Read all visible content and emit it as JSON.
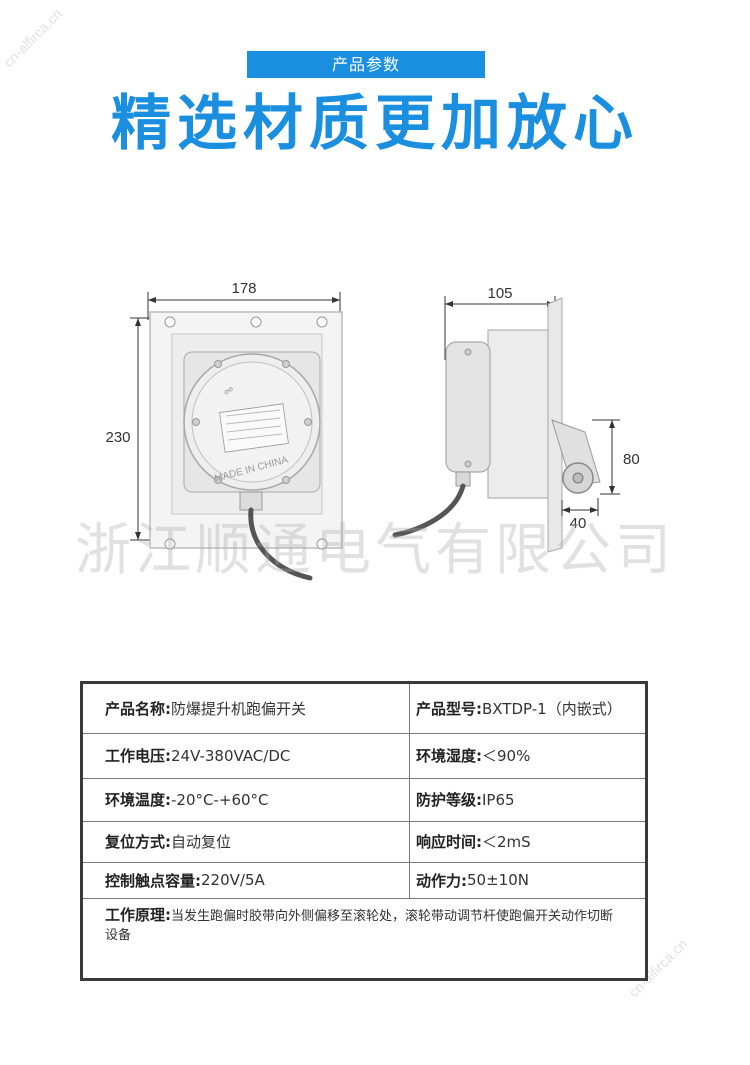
{
  "header": {
    "badge": "产品参数",
    "headline": "精选材质更加放心"
  },
  "drawing": {
    "front_width": "178",
    "front_height": "230",
    "side_depth": "105",
    "roller_height": "80",
    "roller_width": "40",
    "plate_text": "MADE IN CHINA"
  },
  "watermark": "浙江顺通电气有限公司",
  "specs": {
    "rows": [
      {
        "l_label": "产品名称:",
        "l_value": "防爆提升机跑偏开关",
        "r_label": "产品型号:",
        "r_value": "BXTDP-1（内嵌式）"
      },
      {
        "l_label": "工作电压:",
        "l_value": "24V-380VAC/DC",
        "r_label": "环境湿度:",
        "r_value": "＜90%"
      },
      {
        "l_label": "环境温度:",
        "l_value": "-20°C-+60°C",
        "r_label": "防护等级:",
        "r_value": "IP65"
      },
      {
        "l_label": "复位方式:",
        "l_value": "自动复位",
        "r_label": "响应时间:",
        "r_value": "＜2mS"
      },
      {
        "l_label": "控制触点容量:",
        "l_value": "220V/5A",
        "r_label": "动作力:",
        "r_value": "50±10N"
      }
    ],
    "principle_label": "工作原理:",
    "principle_value": "当发生跑偏时胶带向外侧偏移至滚轮处，滚轮带动调节杆使跑偏开关动作切断设备"
  },
  "colors": {
    "accent": "#1a8fe0",
    "border": "#3a3a3a"
  }
}
